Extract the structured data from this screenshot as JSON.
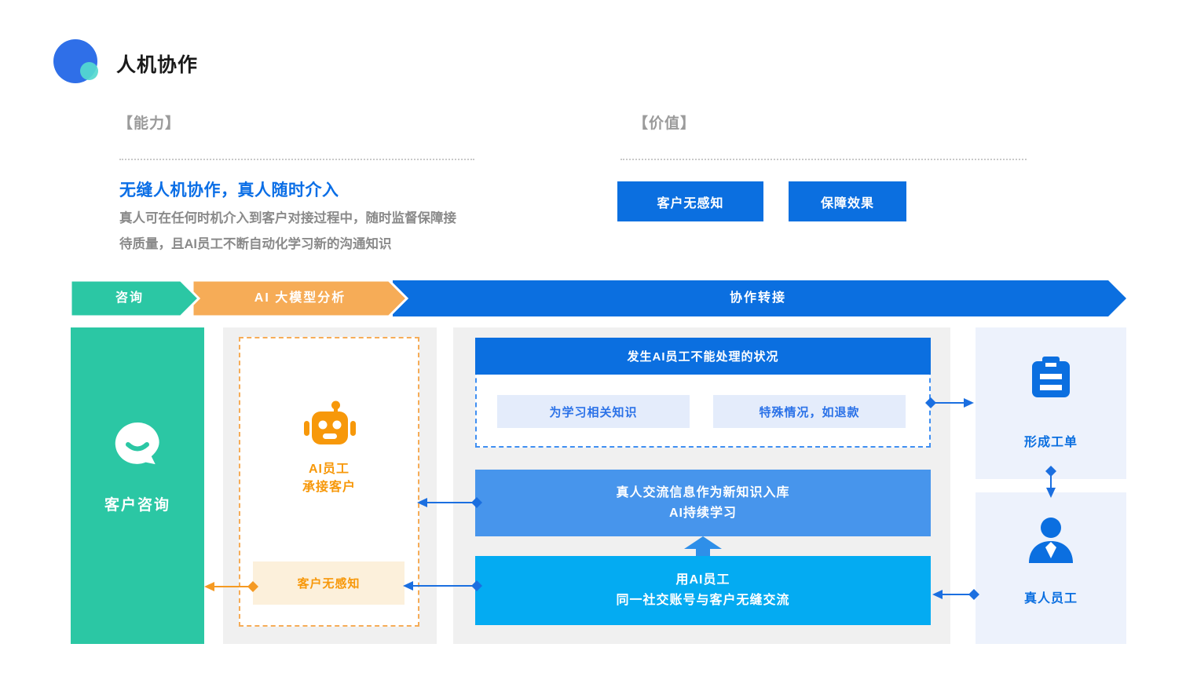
{
  "header": {
    "title": "人机协作"
  },
  "capability": {
    "label": "【能力】",
    "heading": "无缝人机协作，真人随时介入",
    "desc_line1": "真人可在任何时机介入到客户对接过程中，随时监督保障接",
    "desc_line2": "待质量，且AI员工不断自动化学习新的沟通知识"
  },
  "value": {
    "label": "【价值】",
    "badges": [
      "客户无感知",
      "保障效果"
    ]
  },
  "flow": {
    "stages": [
      "咨询",
      "AI  大模型分析",
      "协作转接"
    ]
  },
  "diagram": {
    "customer": {
      "label": "客户咨询"
    },
    "ai": {
      "label_line1": "AI员工",
      "label_line2": "承接客户",
      "tag": "客户无感知"
    },
    "center": {
      "header": "发生AI员工不能处理的状况",
      "cases": [
        "为学习相关知识",
        "特殊情况，如退款"
      ],
      "learn_line1": "真人交流信息作为新知识入库",
      "learn_line2": "AI持续学习",
      "seamless_line1": "用AI员工",
      "seamless_line2": "同一社交账号与客户无缝交流"
    },
    "right": {
      "ticket": "形成工单",
      "human": "真人员工"
    }
  },
  "colors": {
    "primary_blue": "#0B6FE0",
    "medium_blue": "#4795EC",
    "cyan": "#04ABF2",
    "teal_green": "#2BC7A4",
    "orange": "#F6AC57",
    "robot_orange": "#F7980A",
    "panel_gray": "#F0F0F0",
    "light_blue_panel": "#EDF2FC",
    "light_blue_item": "#E4ECFB",
    "light_orange": "#FCF0DB"
  }
}
